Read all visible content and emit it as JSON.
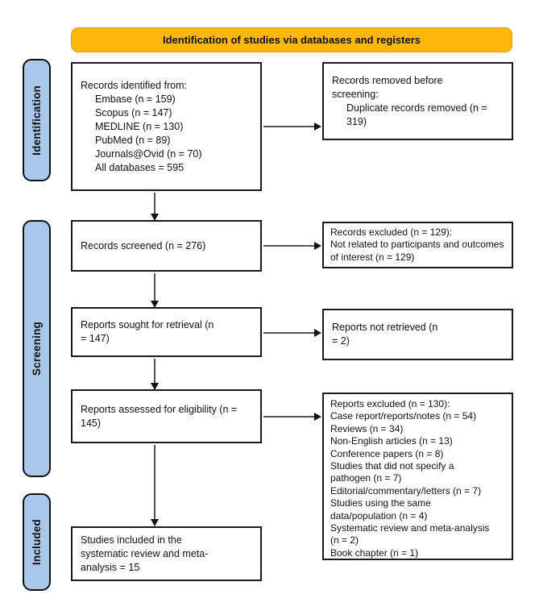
{
  "banner": {
    "title": "Identification of studies via databases and registers"
  },
  "stages": {
    "identification": "Identification",
    "screening": "Screening",
    "included": "Included"
  },
  "colors": {
    "banner_fill": "#FBB70A",
    "banner_border": "#DE9E06",
    "stage_fill": "#A9C7E8",
    "box_border": "#1A1A1A",
    "arrow_line": "#555555",
    "arrow_head": "#111111"
  },
  "boxes": {
    "records_identified": {
      "heading": "Records identified from:",
      "items": [
        "Embase (n = 159)",
        "Scopus (n = 147)",
        "MEDLINE (n = 130)",
        "PubMed (n = 89)",
        "Journals@Ovid (n = 70)",
        "All databases = 595"
      ]
    },
    "records_removed": {
      "heading": "Records removed before screening:",
      "items": [
        "Duplicate records removed (n = 319)"
      ]
    },
    "records_screened": {
      "text": "Records screened (n = 276)"
    },
    "records_excluded": {
      "heading": "Records excluded (n = 129):",
      "items": [
        "Not related to participants and outcomes of interest (n = 129)"
      ]
    },
    "reports_sought": {
      "text": "Reports sought for retrieval (n = 147)"
    },
    "reports_not_retrieved": {
      "text": "Reports not retrieved (n = 2)"
    },
    "reports_assessed": {
      "text": "Reports assessed for eligibility (n = 145)"
    },
    "reports_excluded": {
      "heading": "Reports excluded (n = 130):",
      "items": [
        "Case report/reports/notes (n = 54)",
        "Reviews (n = 34)",
        "Non-English articles (n = 13)",
        "Conference papers (n = 8)",
        "Studies that did not specify a pathogen (n = 7)",
        "Editorial/commentary/letters (n = 7)",
        "Studies using the same data/population (n = 4)",
        "Systematic review and meta-analysis (n = 2)",
        "Book chapter (n = 1)"
      ]
    },
    "studies_included": {
      "text": "Studies included in the systematic review and meta-analysis = 15"
    }
  }
}
